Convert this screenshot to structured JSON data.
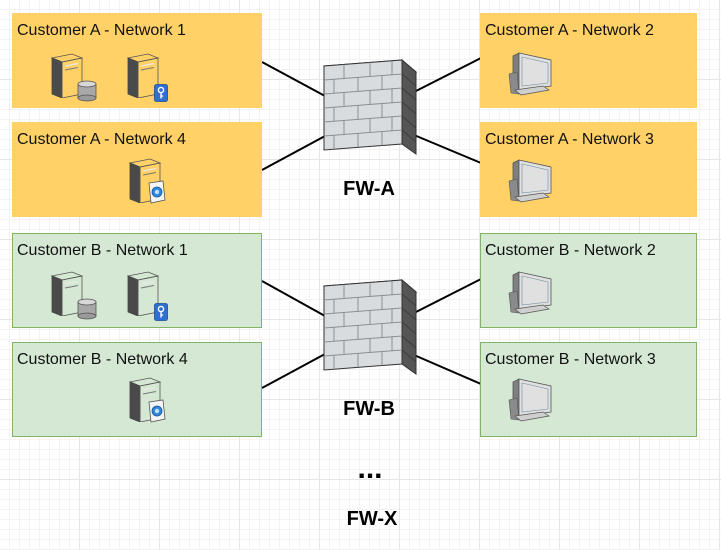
{
  "networks": {
    "a1": "Customer A - Network 1",
    "a2": "Customer A - Network 2",
    "a3": "Customer A - Network 3",
    "a4": "Customer A - Network 4",
    "b1": "Customer B - Network 1",
    "b2": "Customer B - Network 2",
    "b3": "Customer B - Network 3",
    "b4": "Customer B - Network 4"
  },
  "firewalls": {
    "a": "FW-A",
    "b": "FW-B",
    "more": "...",
    "x": "FW-X"
  },
  "icons": {
    "db_server": "database-server-icon",
    "key_server": "key-server-icon",
    "cert_server": "certificate-server-icon",
    "workstation": "workstation-monitor-icon",
    "firewall": "firewall-brick-icon"
  },
  "colors": {
    "customer_a": "#ffd166",
    "customer_b_fill": "#d5e8d4",
    "customer_b_border": "#82b366"
  }
}
